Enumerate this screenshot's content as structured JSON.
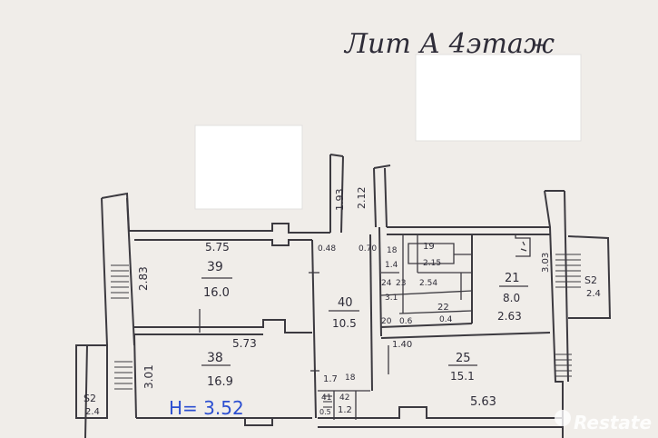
{
  "header": {
    "title": "Лит А 4этаж"
  },
  "total_height": "H= 3.52",
  "watermark": "Restate",
  "rooms": [
    {
      "id": "39",
      "area": "16.0",
      "width": "5.75",
      "depth": "2.83"
    },
    {
      "id": "38",
      "area": "16.9",
      "width": "5.73",
      "depth": "3.01"
    },
    {
      "id": "40",
      "area": "10.5"
    },
    {
      "id": "21",
      "area": "8.0",
      "height": "2.63"
    },
    {
      "id": "25",
      "area": "15.1",
      "width": "5.63"
    },
    {
      "id": "19"
    },
    {
      "id": "18"
    },
    {
      "id": "22",
      "area": "0.4"
    },
    {
      "id": "23"
    },
    {
      "id": "24",
      "area": "3.1"
    },
    {
      "id": "20",
      "area": "0.6"
    }
  ],
  "labels": {
    "corridor_width": "1.93",
    "corridor_length": "2.12",
    "dim_048": "0.48",
    "dim_070": "0.70",
    "dim_14": "1.4",
    "dim_215": "2.15",
    "dim_254": "2.54",
    "dim_140": "1.40",
    "dim_23": "23",
    "dim_17": "1.7",
    "dim_12": "1.2",
    "dim_42": "42",
    "dim_41": "41",
    "dim_05": "0.5",
    "dim_18": "18",
    "dim_303": "3.03",
    "stair_right": "S2",
    "stair_right_val": "2.4",
    "stair_left": "S2",
    "stair_left_val": "2.4"
  }
}
